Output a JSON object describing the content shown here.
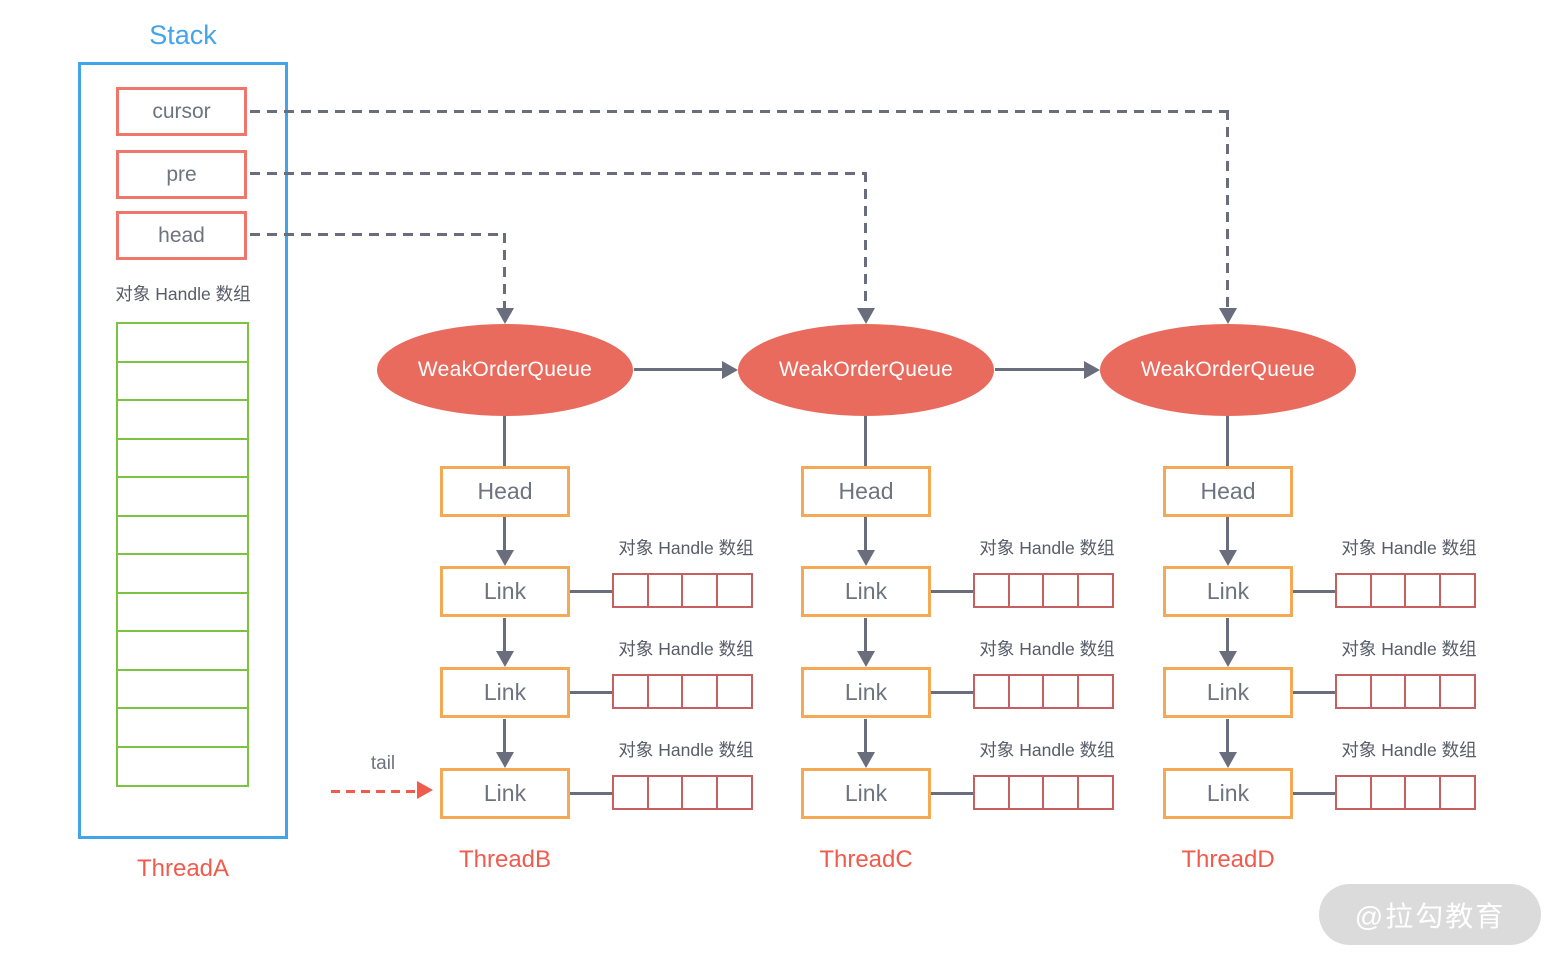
{
  "stack": {
    "title": "Stack",
    "fields": [
      {
        "label": "cursor"
      },
      {
        "label": "pre"
      },
      {
        "label": "head"
      }
    ],
    "array_label": "对象 Handle 数组",
    "array_cell_count": 12,
    "thread_label": "ThreadA"
  },
  "tail": {
    "label": "tail"
  },
  "threads": [
    {
      "label": "ThreadB",
      "queue_label": "WeakOrderQueue",
      "head_label": "Head",
      "links": [
        {
          "label": "Link",
          "array_label": "对象 Handle 数组",
          "cell_count": 4
        },
        {
          "label": "Link",
          "array_label": "对象 Handle 数组",
          "cell_count": 4
        },
        {
          "label": "Link",
          "array_label": "对象 Handle 数组",
          "cell_count": 4
        }
      ]
    },
    {
      "label": "ThreadC",
      "queue_label": "WeakOrderQueue",
      "head_label": "Head",
      "links": [
        {
          "label": "Link",
          "array_label": "对象 Handle 数组",
          "cell_count": 4
        },
        {
          "label": "Link",
          "array_label": "对象 Handle 数组",
          "cell_count": 4
        },
        {
          "label": "Link",
          "array_label": "对象 Handle 数组",
          "cell_count": 4
        }
      ]
    },
    {
      "label": "ThreadD",
      "queue_label": "WeakOrderQueue",
      "head_label": "Head",
      "links": [
        {
          "label": "Link",
          "array_label": "对象 Handle 数组",
          "cell_count": 4
        },
        {
          "label": "Link",
          "array_label": "对象 Handle 数组",
          "cell_count": 4
        },
        {
          "label": "Link",
          "array_label": "对象 Handle 数组",
          "cell_count": 4
        }
      ]
    }
  ],
  "watermark": {
    "label": "@拉勾教育"
  },
  "colors": {
    "stack_blue": "#43A4E9",
    "pointer_box_red": "#F0756B",
    "queue_fill_red": "#E96B5E",
    "handle_array_red": "#C65F5F",
    "node_orange": "#F6A955",
    "stack_array_green": "#7CC342",
    "connector_gray": "#6A6E7C",
    "text_gray": "#6E7380",
    "thread_label_red": "#F05B4E",
    "watermark_gray": "#DBDBDB"
  }
}
